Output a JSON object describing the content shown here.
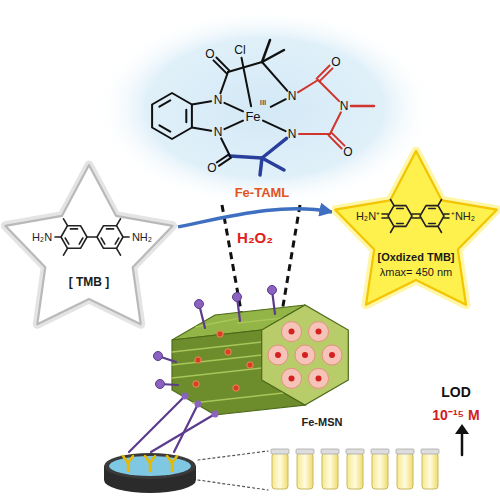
{
  "diagram": {
    "nodes": [
      {
        "text": [
          "[ TMB ]"
        ]
      },
      {
        "text": [
          "[Oxdized TMB]",
          "λmax= 450 nm"
        ]
      }
    ],
    "edges": [
      {
        "from": 0,
        "to": 1,
        "arrow": "to",
        "label": "H₂O₂"
      }
    ],
    "labels": [
      "Fe-TAML",
      "O",
      "Cl",
      "N",
      "N",
      "Fe",
      "III",
      "N",
      "O",
      "N",
      "O",
      "N",
      "O",
      "H₂N",
      "NH₂",
      "H₂N⁺",
      "⁺NH₂",
      "Fe-MSN",
      "LOD",
      "10⁻¹⁵ M"
    ]
  }
}
